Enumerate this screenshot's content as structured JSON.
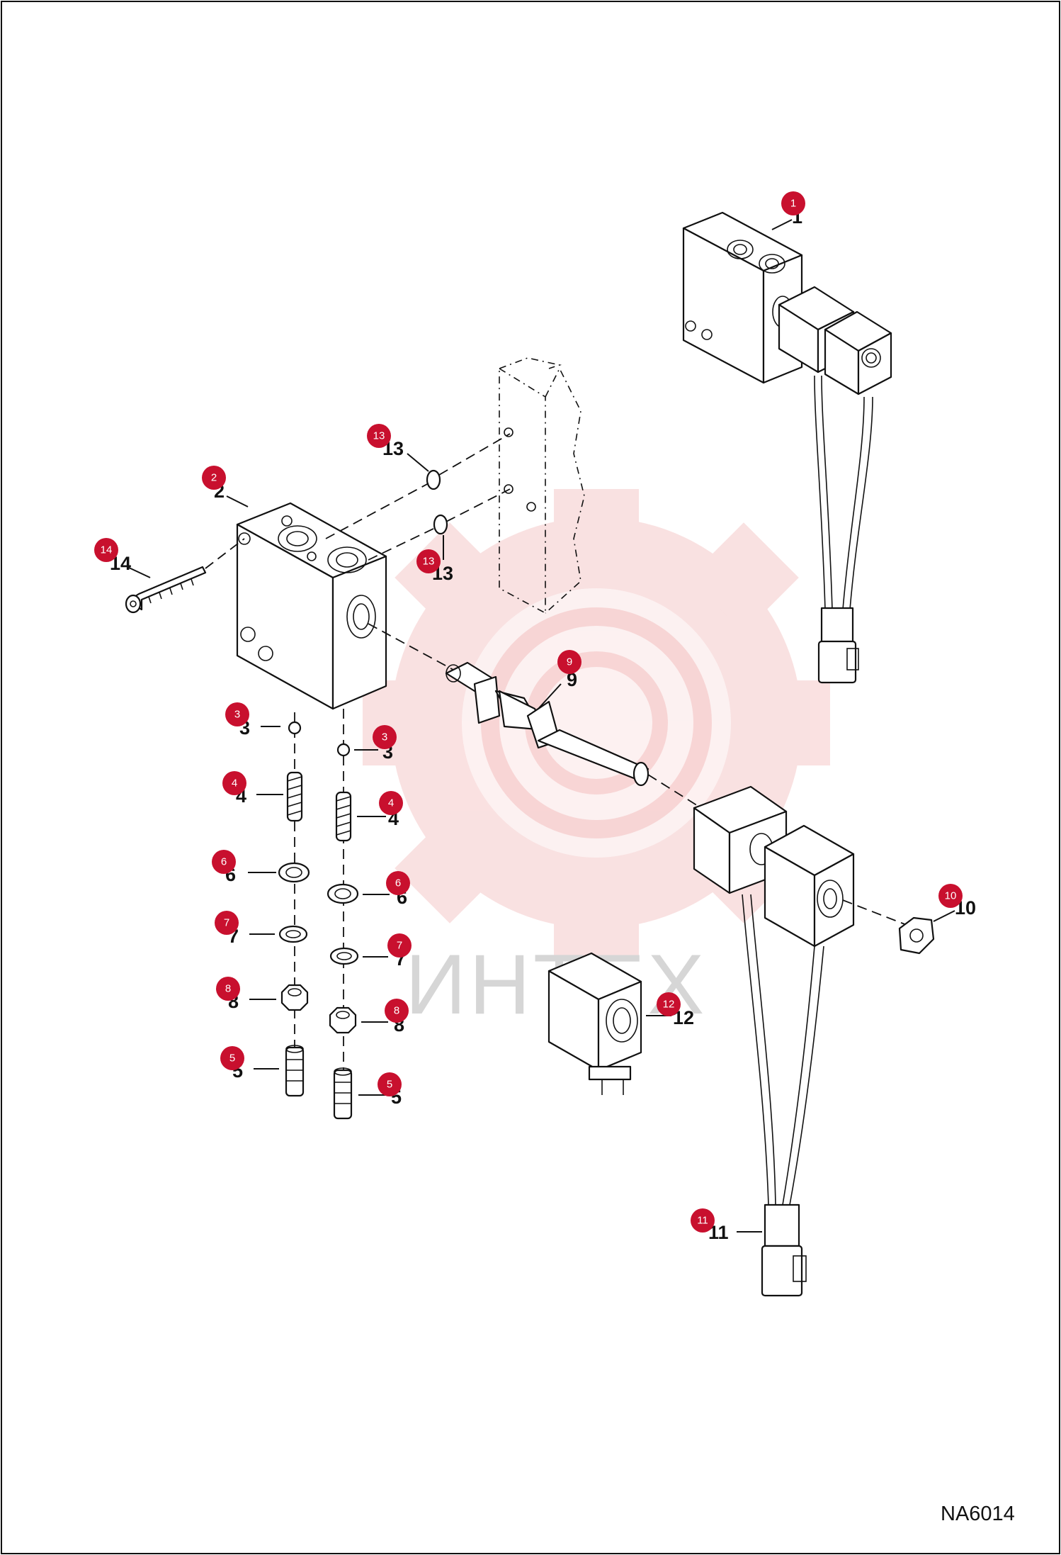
{
  "drawing": {
    "code": "NA6014",
    "watermark_text": "ИНТЕХ"
  },
  "parts": [
    {
      "no": "1"
    },
    {
      "no": "2"
    },
    {
      "no": "3"
    },
    {
      "no": "4"
    },
    {
      "no": "5"
    },
    {
      "no": "6"
    },
    {
      "no": "7"
    },
    {
      "no": "8"
    },
    {
      "no": "9"
    },
    {
      "no": "10"
    },
    {
      "no": "11"
    },
    {
      "no": "12"
    },
    {
      "no": "13"
    },
    {
      "no": "14"
    }
  ],
  "colors": {
    "badge": "#c8102e",
    "watermark": "#f5c9c9",
    "line": "#111111"
  }
}
